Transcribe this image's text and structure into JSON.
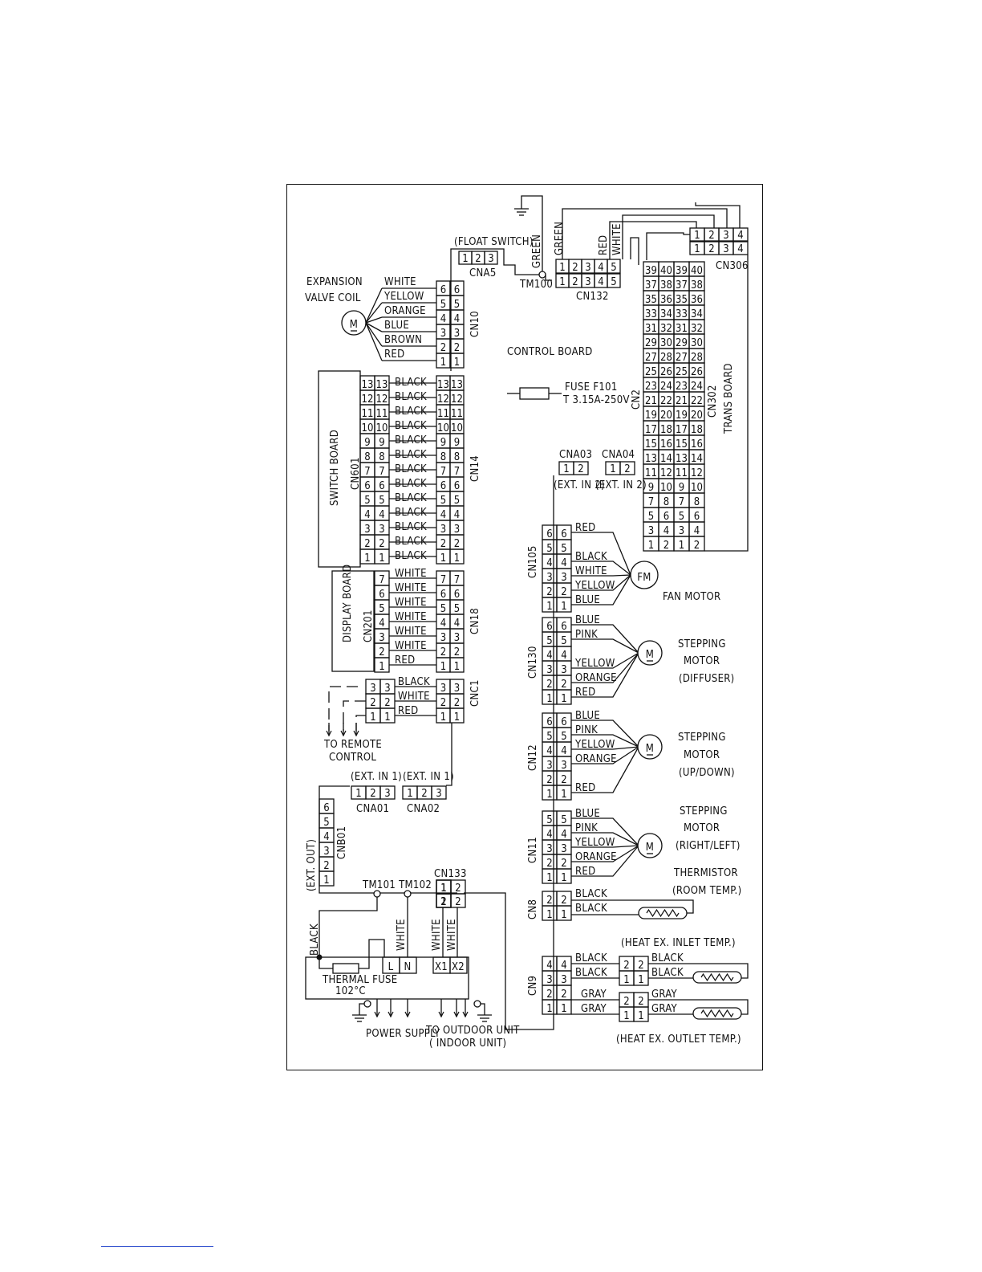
{
  "labels": {
    "float_switch": "(FLOAT SWITCH)",
    "cna5": "CNA5",
    "tm100": "TM100",
    "cn132": "CN132",
    "cn306": "CN306",
    "expansion_line1": "EXPANSION",
    "expansion_line2": "VALVE COIL",
    "cn10": "CN10",
    "control_board": "CONTROL BOARD",
    "fuse_line1": "FUSE F101",
    "fuse_line2": "T 3.15A-250V",
    "cn2": "CN2",
    "cn302": "CN302",
    "trans_board": "TRANS BOARD",
    "switch_board": "SWITCH BOARD",
    "cn601": "CN601",
    "cn14": "CN14",
    "cna03": "CNA03",
    "cna04": "CNA04",
    "ext_in_2": "(EXT. IN 2)",
    "cn105": "CN105",
    "fm": "FM",
    "fan_motor": "FAN MOTOR",
    "display_board": "DISPLAY BOARD",
    "cn201": "CN201",
    "cn18": "CN18",
    "cn130": "CN130",
    "stepping": "STEPPING",
    "motor": "MOTOR",
    "diffuser": "(DIFFUSER)",
    "cnc1": "CNC1",
    "to_remote_1": "TO REMOTE",
    "to_remote_2": "CONTROL",
    "cn12": "CN12",
    "up_down": "(UP/DOWN)",
    "ext_in_1": "(EXT. IN 1)",
    "cna01": "CNA01",
    "cna02": "CNA02",
    "cnb01": "CNB01",
    "ext_out": "(EXT. OUT)",
    "cn11": "CN11",
    "right_left": "(RIGHT/LEFT)",
    "thermistor": "THERMISTOR",
    "room_temp": "(ROOM TEMP.)",
    "tm101_tm102": "TM101 TM102",
    "cn133": "CN133",
    "cn8": "CN8",
    "heat_inlet": "(HEAT EX. INLET TEMP.)",
    "cn9": "CN9",
    "heat_outlet": "(HEAT EX. OUTLET TEMP.)",
    "thermal_fuse_1": "THERMAL FUSE",
    "thermal_fuse_2": "102°C",
    "l": "L",
    "n": "N",
    "x1": "X1",
    "x2": "X2",
    "power_supply": "POWER SUPPLY",
    "to_outdoor_1": "TO OUTDOOR UNIT",
    "to_outdoor_2": "( INDOOR UNIT)"
  },
  "wires": {
    "cn10": [
      "WHITE",
      "YELLOW",
      "ORANGE",
      "BLUE",
      "BROWN",
      "RED"
    ],
    "cn14": "BLACK",
    "cn18": [
      "WHITE",
      "WHITE",
      "WHITE",
      "WHITE",
      "WHITE",
      "WHITE",
      "RED"
    ],
    "cnc1": [
      "BLACK",
      "WHITE",
      "RED"
    ],
    "cn105": [
      "RED",
      "BLACK",
      "WHITE",
      "YELLOW",
      "BLUE"
    ],
    "cn130": [
      "BLUE",
      "PINK",
      "YELLOW",
      "ORANGE",
      "RED"
    ],
    "cn12": [
      "BLUE",
      "PINK",
      "YELLOW",
      "ORANGE",
      "RED"
    ],
    "cn11": [
      "BLUE",
      "PINK",
      "YELLOW",
      "ORANGE",
      "RED"
    ],
    "cn8": [
      "BLACK",
      "BLACK"
    ],
    "cn9_black": [
      "BLACK",
      "BLACK"
    ],
    "cn9_gray": [
      "GRAY",
      "GRAY"
    ],
    "tm100_green": "GREEN",
    "cn132_top": [
      "GREEN",
      "RED",
      "WHITE"
    ],
    "power_left": "BLACK",
    "power_n": "WHITE",
    "power_x1": "WHITE",
    "power_x2": "WHITE"
  }
}
